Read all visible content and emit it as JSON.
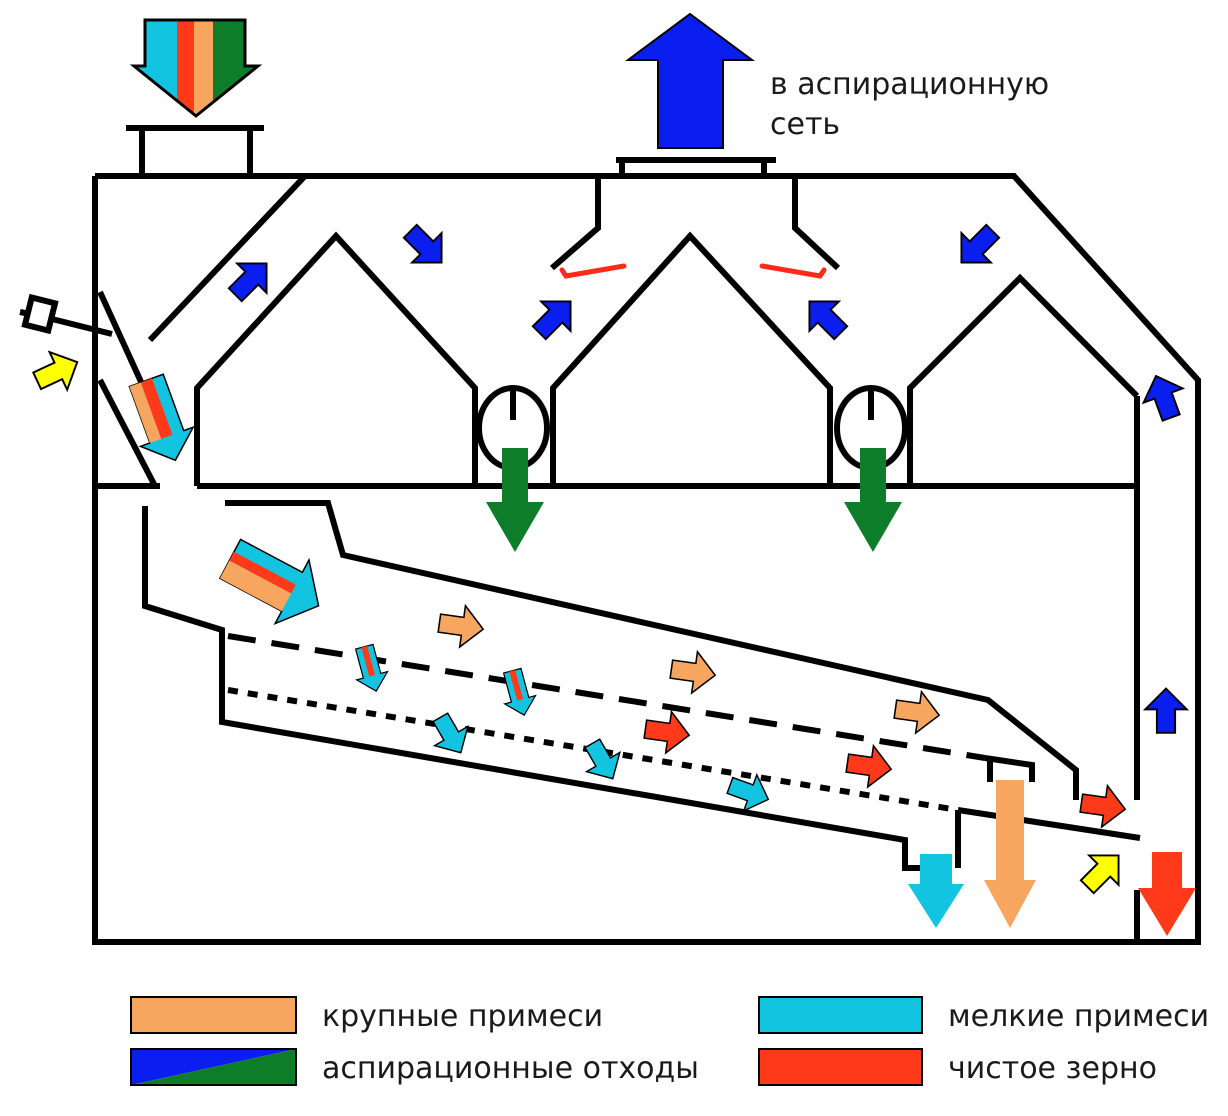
{
  "aspiration_label": {
    "line1": "в аспирационную",
    "line2": "сеть"
  },
  "legend": {
    "large": {
      "label": "крупные примеси",
      "color": "#f7a660"
    },
    "small": {
      "label": "мелкие примеси",
      "color": "#12c4e0"
    },
    "aspiration": {
      "label": "аспирационные отходы",
      "colors": [
        "#0a1ef0",
        "#0e7d2a"
      ]
    },
    "clean": {
      "label": "чистое зерно",
      "color": "#ff3a1a"
    }
  },
  "colors": {
    "structure": "#000000",
    "air": "#0a1ef0",
    "input_air": "#ffff00",
    "aspiration_waste": "#0e7d2a",
    "valve_red": "#ff2a1a"
  }
}
